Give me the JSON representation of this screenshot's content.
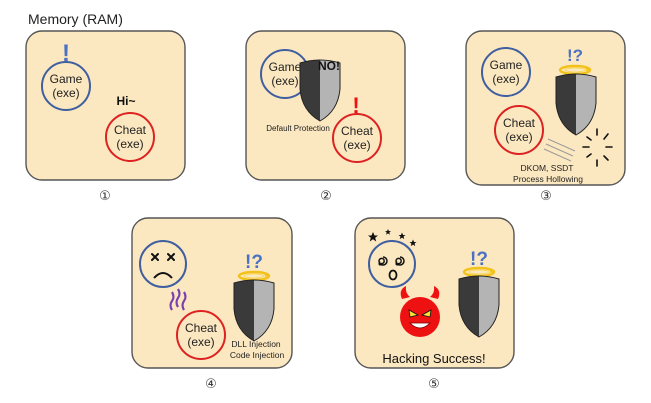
{
  "header": {
    "title": "Memory (RAM)"
  },
  "colors": {
    "panel": "#fce8c0",
    "panel_stroke": "#555555",
    "game": "#3f5fa0",
    "cheat": "#dd2222",
    "alert_blue": "#4a72c4",
    "alert_red": "#ee1111",
    "halo": "#f2c21b",
    "devil": "#ee1111"
  },
  "panels": [
    {
      "number": "①",
      "game": {
        "line1": "Game",
        "line2": "(exe)"
      },
      "cheat": {
        "line1": "Cheat",
        "line2": "(exe)"
      },
      "alert": "!",
      "speech": "Hi~"
    },
    {
      "number": "②",
      "game": {
        "line1": "Game",
        "line2": "(exe)"
      },
      "cheat": {
        "line1": "Cheat",
        "line2": "(exe)"
      },
      "speech": "NO!",
      "alert": "!",
      "protection_label": "Default Protection"
    },
    {
      "number": "③",
      "game": {
        "line1": "Game",
        "line2": "(exe)"
      },
      "cheat": {
        "line1": "Cheat",
        "line2": "(exe)"
      },
      "alert": "!?",
      "technique_line1": "DKOM, SSDT",
      "technique_line2": "Process Hollowing"
    },
    {
      "number": "④",
      "cheat": {
        "line1": "Cheat",
        "line2": "(exe)"
      },
      "alert": "!?",
      "technique_line1": "DLL Injection",
      "technique_line2": "Code Injection"
    },
    {
      "number": "⑤",
      "alert": "!?",
      "result": "Hacking Success!"
    }
  ]
}
